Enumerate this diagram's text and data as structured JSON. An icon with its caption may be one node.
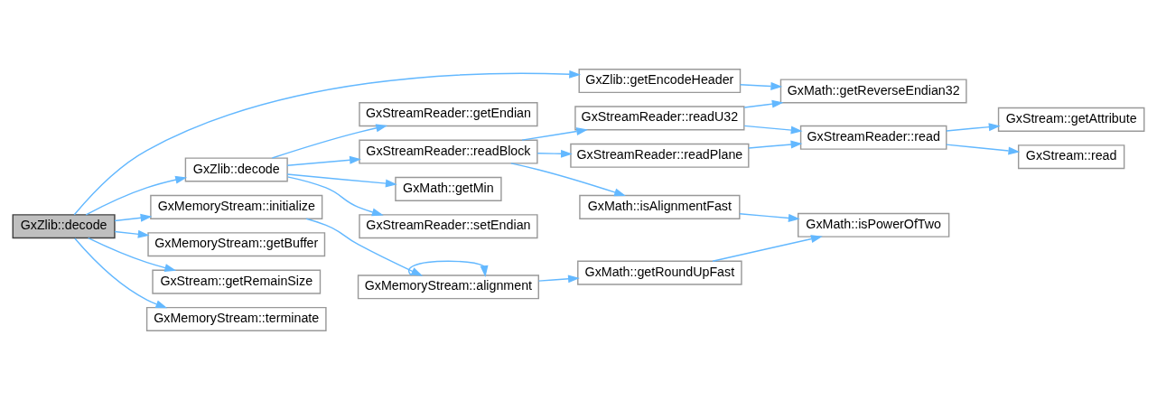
{
  "diagram": {
    "nodes": [
      {
        "text": [
          "GxZlib::decode"
        ]
      },
      {
        "text": [
          "GxZlib::decode"
        ]
      },
      {
        "text": [
          "GxStreamReader::readBlock"
        ]
      },
      {
        "text": [
          "GxStreamReader::setEndian"
        ]
      },
      {
        "text": [
          "GxStreamReader::getEndian"
        ]
      },
      {
        "text": [
          "GxMath::getMin"
        ]
      },
      {
        "text": [
          "GxStreamReader::readPlane"
        ]
      },
      {
        "text": [
          "GxStreamReader::readU32"
        ]
      },
      {
        "text": [
          "GxMath::isAlignmentFast"
        ]
      },
      {
        "text": [
          "GxStreamReader::read"
        ]
      },
      {
        "text": [
          "GxMath::getReverseEndian32"
        ]
      },
      {
        "text": [
          "GxMath::isPowerOfTwo"
        ]
      },
      {
        "text": [
          "GxStream::getAttribute"
        ]
      },
      {
        "text": [
          "GxStream::read"
        ]
      },
      {
        "text": [
          "GxZlib::getEncodeHeader"
        ]
      },
      {
        "text": [
          "GxMemoryStream::initialize"
        ]
      },
      {
        "text": [
          "GxMemoryStream::alignment"
        ]
      },
      {
        "text": [
          "GxMath::getRoundUpFast"
        ]
      },
      {
        "text": [
          "GxMemoryStream::getBuffer"
        ]
      },
      {
        "text": [
          "GxStream::getRemainSize"
        ]
      },
      {
        "text": [
          "GxMemoryStream::terminate"
        ]
      }
    ],
    "edges": [
      {
        "from": 0,
        "to": 1,
        "arrow": "to"
      },
      {
        "from": 0,
        "to": 14,
        "arrow": "to"
      },
      {
        "from": 0,
        "to": 15,
        "arrow": "to"
      },
      {
        "from": 0,
        "to": 18,
        "arrow": "to"
      },
      {
        "from": 0,
        "to": 19,
        "arrow": "to"
      },
      {
        "from": 0,
        "to": 20,
        "arrow": "to"
      },
      {
        "from": 1,
        "to": 2,
        "arrow": "to"
      },
      {
        "from": 1,
        "to": 3,
        "arrow": "to"
      },
      {
        "from": 1,
        "to": 4,
        "arrow": "to"
      },
      {
        "from": 1,
        "to": 5,
        "arrow": "to"
      },
      {
        "from": 2,
        "to": 6,
        "arrow": "to"
      },
      {
        "from": 2,
        "to": 7,
        "arrow": "to"
      },
      {
        "from": 2,
        "to": 8,
        "arrow": "to"
      },
      {
        "from": 6,
        "to": 9,
        "arrow": "to"
      },
      {
        "from": 7,
        "to": 9,
        "arrow": "to"
      },
      {
        "from": 7,
        "to": 10,
        "arrow": "to"
      },
      {
        "from": 9,
        "to": 12,
        "arrow": "to"
      },
      {
        "from": 9,
        "to": 13,
        "arrow": "to"
      },
      {
        "from": 8,
        "to": 11,
        "arrow": "to"
      },
      {
        "from": 14,
        "to": 10,
        "arrow": "to"
      },
      {
        "from": 15,
        "to": 16,
        "arrow": "to"
      },
      {
        "from": 16,
        "to": 16,
        "arrow": "to"
      },
      {
        "from": 16,
        "to": 17,
        "arrow": "to"
      },
      {
        "from": 17,
        "to": 11,
        "arrow": "to"
      }
    ]
  }
}
